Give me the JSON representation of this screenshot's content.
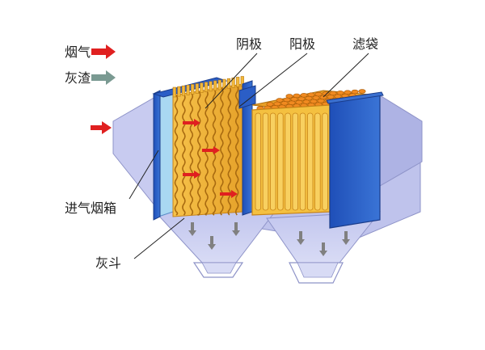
{
  "legend": {
    "items": [
      {
        "label": "烟气",
        "arrow_color": "#e02020"
      },
      {
        "label": "灰渣",
        "arrow_color": "#7a9a92"
      }
    ]
  },
  "labels": {
    "cathode": "阴极",
    "anode": "阳极",
    "filter_bag": "滤袋",
    "inlet_box": "进气烟箱",
    "ash_hopper": "灰斗"
  },
  "colors": {
    "housing": "#b9bde8",
    "housing_edge": "#8e93c8",
    "blue_panel": "#2c5fc4",
    "electrode": "#f0b030",
    "electrode_dark": "#c88418",
    "flue_arrow": "#e02020",
    "ash_arrow": "#808080"
  }
}
